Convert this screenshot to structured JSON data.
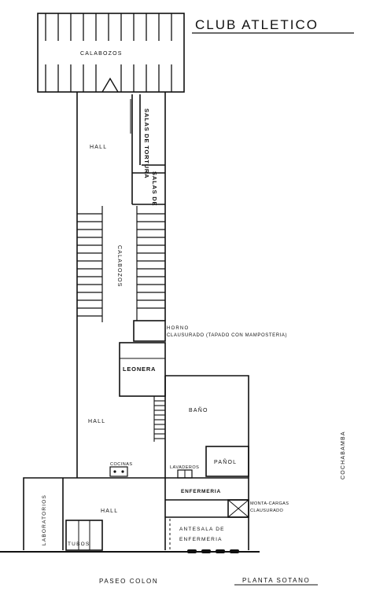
{
  "title": "CLUB ATLETICO",
  "plan_label": "PLANTA SOTANO",
  "street_bottom": "PASEO COLON",
  "street_right": "COCHABAMBA",
  "rooms": {
    "calabozos_top": "CALABOZOS",
    "hall_top": "HALL",
    "salas_tortura": "SALAS DE TORTURA",
    "salas_de": "SALAS DE",
    "calabozos_mid": "CALABOZOS",
    "horno_1": "HORNO",
    "horno_2": "CLAUSURADO (TAPADO CON MAMPOSTERIA)",
    "leonera": "LEONERA",
    "hall_mid": "HALL",
    "bano": "BAÑO",
    "panol": "PAÑOL",
    "cocinas": "COCINAS",
    "lavaderos": "LAVADEROS",
    "laboratorios": "LABORATORIOS",
    "hall_low": "HALL",
    "tubos": "TUBOS",
    "enfermeria": "ENFERMERIA",
    "montacargas_1": "MONTA-CARGAS",
    "montacargas_2": "CLAUSURADO",
    "antesala_1": "ANTESALA DE",
    "antesala_2": "ENFERMERIA"
  }
}
